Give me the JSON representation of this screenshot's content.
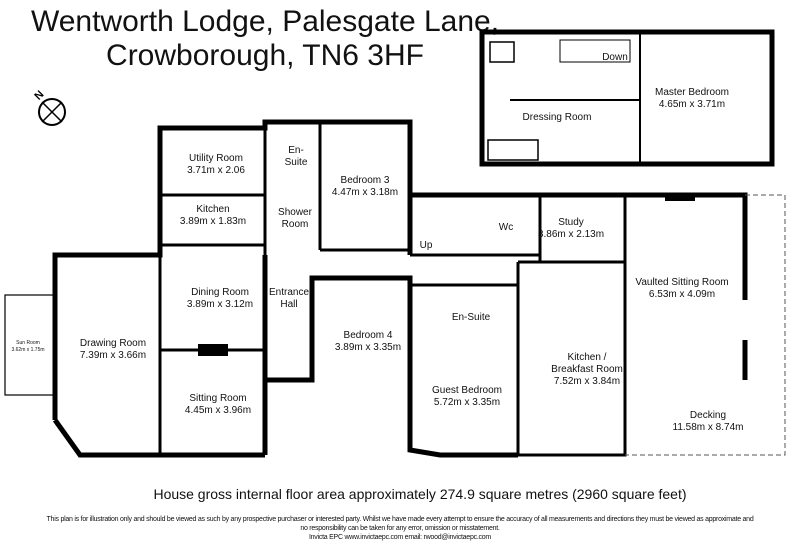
{
  "title": {
    "line1": "Wentworth Lodge, Palesgate Lane,",
    "line2": "Crowborough, TN6 3HF"
  },
  "compass": {
    "label": "N",
    "icon": "north-arrow-icon"
  },
  "upper_floor": {
    "rooms": [
      {
        "name": "Down",
        "dims": ""
      },
      {
        "name": "Master Bedroom",
        "dims": "4.65m x 3.71m"
      },
      {
        "name": "Dressing Room",
        "dims": ""
      }
    ]
  },
  "ground_floor": {
    "rooms": [
      {
        "name": "Utility Room",
        "dims": "3.71m x 2.06"
      },
      {
        "name": "En-",
        "dims": "Suite"
      },
      {
        "name": "Bedroom 3",
        "dims": "4.47m x 3.18m"
      },
      {
        "name": "Kitchen",
        "dims": "3.89m x 1.83m"
      },
      {
        "name": "Shower",
        "dims": "Room"
      },
      {
        "name": "Dining Room",
        "dims": "3.89m x 3.12m"
      },
      {
        "name": "Entrance",
        "dims": "Hall"
      },
      {
        "name": "Drawing Room",
        "dims": "7.39m x 3.66m"
      },
      {
        "name": "Sun Room",
        "dims": "3.62m x 1.75m"
      },
      {
        "name": "Sitting Room",
        "dims": "4.45m x 3.96m"
      },
      {
        "name": "Bedroom 4",
        "dims": "3.89m x 3.35m"
      },
      {
        "name": "Up",
        "dims": ""
      },
      {
        "name": "Wc",
        "dims": ""
      },
      {
        "name": "Study",
        "dims": "3.86m x 2.13m"
      },
      {
        "name": "En-Suite",
        "dims": ""
      },
      {
        "name": "Guest Bedroom",
        "dims": "5.72m x 3.35m"
      },
      {
        "name": "Kitchen /",
        "dims": "Breakfast Room",
        "dims2": "7.52m x 3.84m"
      },
      {
        "name": "Vaulted Sitting Room",
        "dims": "6.53m x 4.09m"
      },
      {
        "name": "Decking",
        "dims": "11.58m x 8.74m"
      }
    ]
  },
  "area_text": "House gross internal floor area approximately 274.9 square metres (2960 square feet)",
  "footer": {
    "line1": "This plan is for illustration only and should be viewed as such by any prospective purchaser or interested party. Whilst we have made every attempt to ensure the accuracy of all measurements and directions they must be viewed as approximate and",
    "line2": "no responsibility can be taken for any error, omission or misstatement.",
    "line3": "Invicta EPC    www.invictaepc.com    email: rwood@invictaepc.com"
  }
}
